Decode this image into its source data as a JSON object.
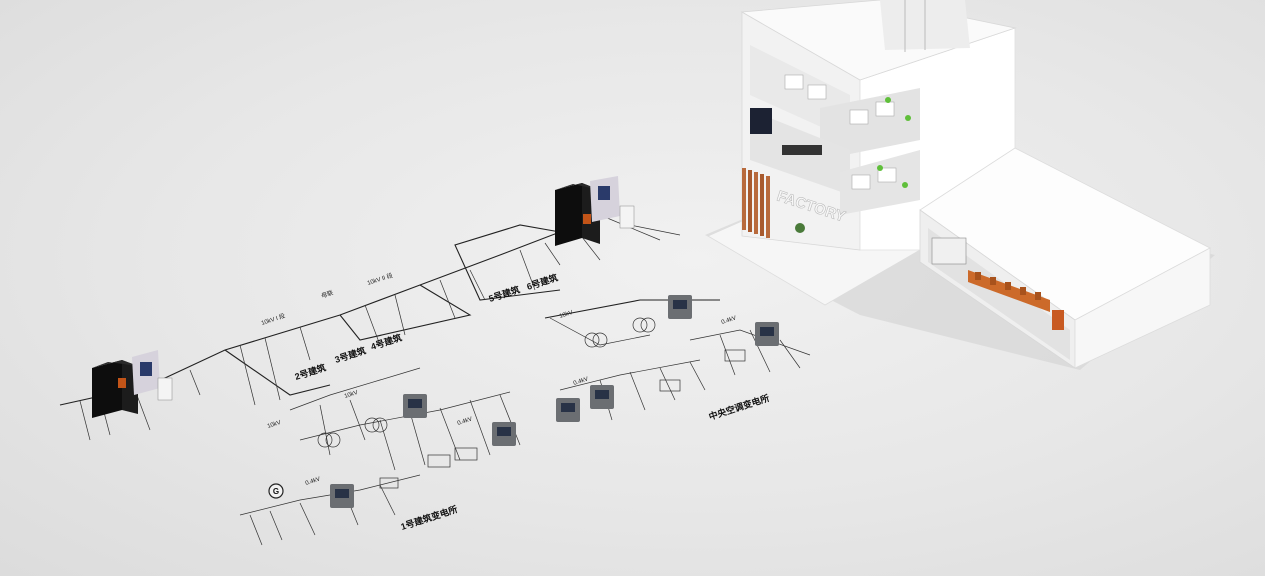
{
  "diagram": {
    "bus_labels": {
      "bus_10kv_i": "10kV I 段",
      "bus_lianluo": "母联",
      "bus_10kv_ii": "10kV II 段",
      "bus_10kv_left": "10kV",
      "bus_10kv_mid": "10kV",
      "bus_10kv_right": "10kV"
    },
    "lv_labels": {
      "lv_04_a": "0.4kV",
      "lv_04_b": "0.4kV",
      "lv_04_c": "0.4kV",
      "lv_04_d": "0.4kV"
    },
    "building_labels": {
      "b2": "2号建筑",
      "b3": "3号建筑",
      "b4": "4号建筑",
      "b5": "5号建筑",
      "b6": "6号建筑"
    },
    "substation_labels": {
      "sub1": "1号建筑变电所",
      "central": "中央空调变电所"
    },
    "generator_symbol": "G",
    "factory_sign": "FACTORY"
  }
}
